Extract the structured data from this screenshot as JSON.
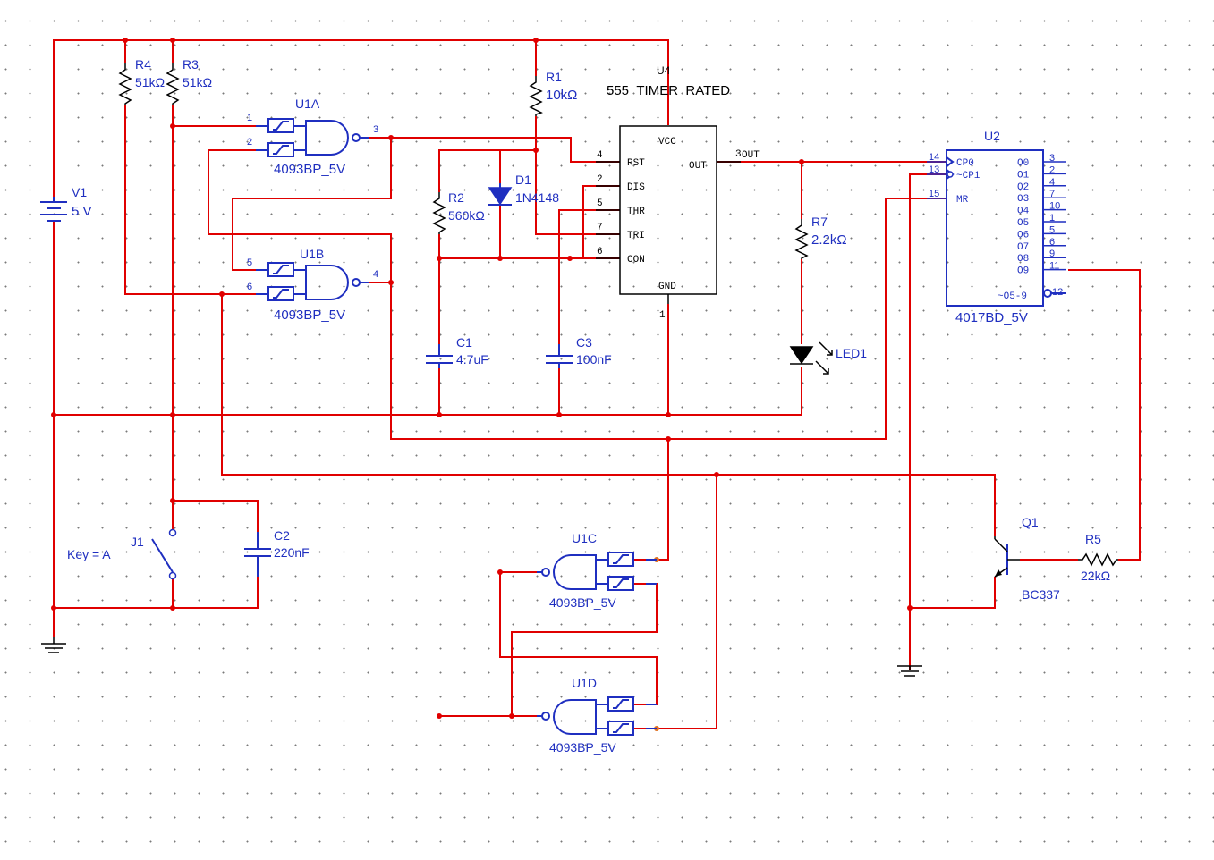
{
  "components": {
    "V1": {
      "ref": "V1",
      "value": "5 V"
    },
    "R4": {
      "ref": "R4",
      "value": "51kΩ"
    },
    "R3": {
      "ref": "R3",
      "value": "51kΩ"
    },
    "R1": {
      "ref": "R1",
      "value": "10kΩ"
    },
    "R2": {
      "ref": "R2",
      "value": "560kΩ"
    },
    "R7": {
      "ref": "R7",
      "value": "2.2kΩ"
    },
    "R5": {
      "ref": "R5",
      "value": "22kΩ"
    },
    "C1": {
      "ref": "C1",
      "value": "4.7uF"
    },
    "C2": {
      "ref": "C2",
      "value": "220nF"
    },
    "C3": {
      "ref": "C3",
      "value": "100nF"
    },
    "D1": {
      "ref": "D1",
      "value": "1N4148"
    },
    "LED1": {
      "ref": "LED1"
    },
    "Q1": {
      "ref": "Q1",
      "value": "BC337"
    },
    "J1": {
      "ref": "J1",
      "key": "Key = A"
    },
    "U1A": {
      "ref": "U1A",
      "value": "4093BP_5V",
      "pins": [
        "1",
        "2",
        "3"
      ]
    },
    "U1B": {
      "ref": "U1B",
      "value": "4093BP_5V",
      "pins": [
        "5",
        "6",
        "4"
      ]
    },
    "U1C": {
      "ref": "U1C",
      "value": "4093BP_5V"
    },
    "U1D": {
      "ref": "U1D",
      "value": "4093BP_5V"
    },
    "U4": {
      "ref": "U4",
      "value": "555_TIMER_RATED",
      "pins_left": [
        {
          "num": "4",
          "name": "RST"
        },
        {
          "num": "2",
          "name": "DIS"
        },
        {
          "num": "5",
          "name": "THR"
        },
        {
          "num": "7",
          "name": "TRI"
        },
        {
          "num": "6",
          "name": "CON"
        }
      ],
      "vcc": "VCC",
      "gnd": "GND",
      "gnd_pin": "1",
      "out_num": "3",
      "out_name": "OUT"
    },
    "U2": {
      "ref": "U2",
      "value": "4017BD_5V",
      "left_pins": [
        {
          "num": "14",
          "name": "CP0"
        },
        {
          "num": "13",
          "name": "~CP1"
        },
        {
          "num": "15",
          "name": "MR"
        }
      ],
      "right_pins": [
        {
          "num": "3",
          "name": "O0"
        },
        {
          "num": "2",
          "name": "O1"
        },
        {
          "num": "4",
          "name": "O2"
        },
        {
          "num": "7",
          "name": "O3"
        },
        {
          "num": "10",
          "name": "O4"
        },
        {
          "num": "1",
          "name": "O5"
        },
        {
          "num": "5",
          "name": "O6"
        },
        {
          "num": "6",
          "name": "O7"
        },
        {
          "num": "9",
          "name": "O8"
        },
        {
          "num": "11",
          "name": "O9"
        }
      ],
      "carry_name": "~O5-9",
      "carry_num": "12"
    }
  },
  "colors": {
    "wire": "#e00000",
    "component": "#1f2fc0",
    "ic_body": "#000000",
    "grid_dot": "#7a7a7a"
  }
}
